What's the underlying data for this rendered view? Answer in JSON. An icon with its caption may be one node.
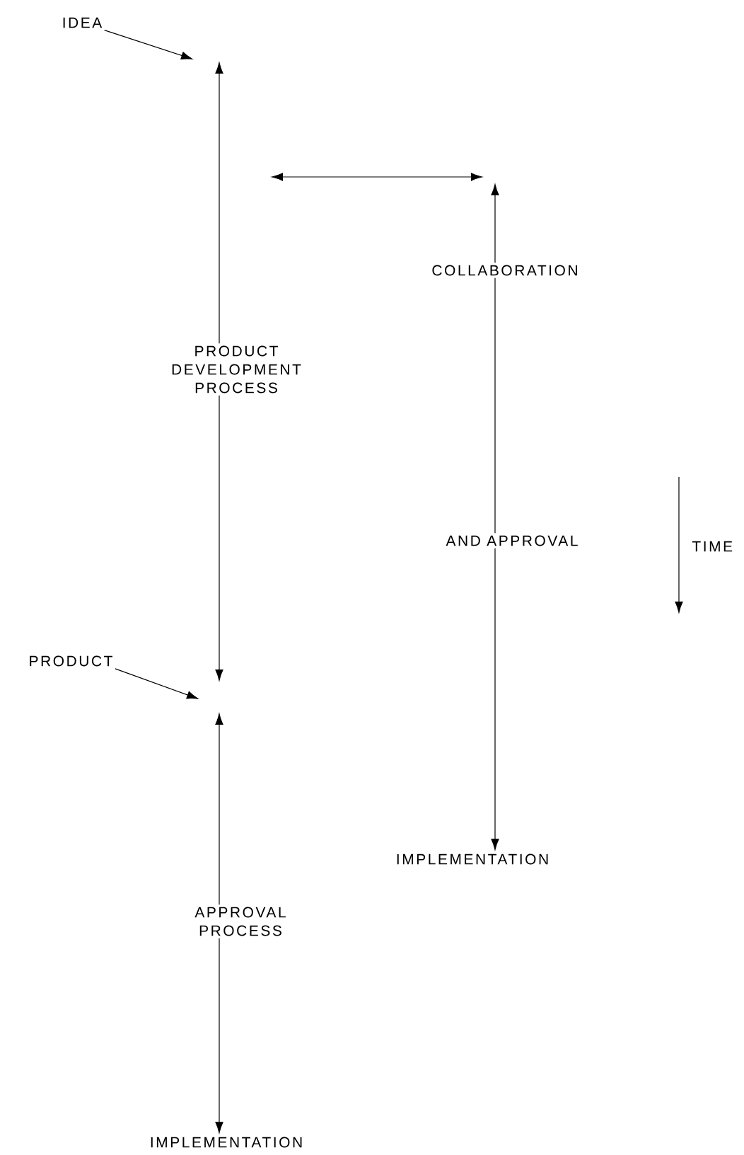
{
  "diagram": {
    "nodes": [
      {
        "text": [
          "IDEA"
        ]
      },
      {
        "text": [
          "PRODUCT DEVELOPMENT PROCESS"
        ]
      },
      {
        "text": [
          "PRODUCT"
        ]
      },
      {
        "text": [
          "APPROVAL PROCESS"
        ]
      },
      {
        "text": [
          "IMPLEMENTATION"
        ]
      },
      {
        "text": [
          "COLLABORATION"
        ]
      },
      {
        "text": [
          "AND APPROVAL"
        ]
      },
      {
        "text": [
          "IMPLEMENTATION"
        ]
      }
    ],
    "edges": [
      {
        "from": 0,
        "to": null,
        "arrow": "to"
      },
      {
        "from": 1,
        "to": null,
        "arrow": "to"
      },
      {
        "from": 1,
        "to": null,
        "arrow": "to"
      },
      {
        "from": 2,
        "to": null,
        "arrow": "to"
      },
      {
        "from": 3,
        "to": null,
        "arrow": "to"
      },
      {
        "from": 3,
        "to": 4,
        "arrow": "to"
      },
      {
        "from": 5,
        "to": null,
        "arrow": "to"
      },
      {
        "from": 5,
        "to": 6,
        "arrow": "none"
      },
      {
        "from": 6,
        "to": 7,
        "arrow": "to"
      }
    ],
    "labels": [
      "TIME"
    ]
  }
}
